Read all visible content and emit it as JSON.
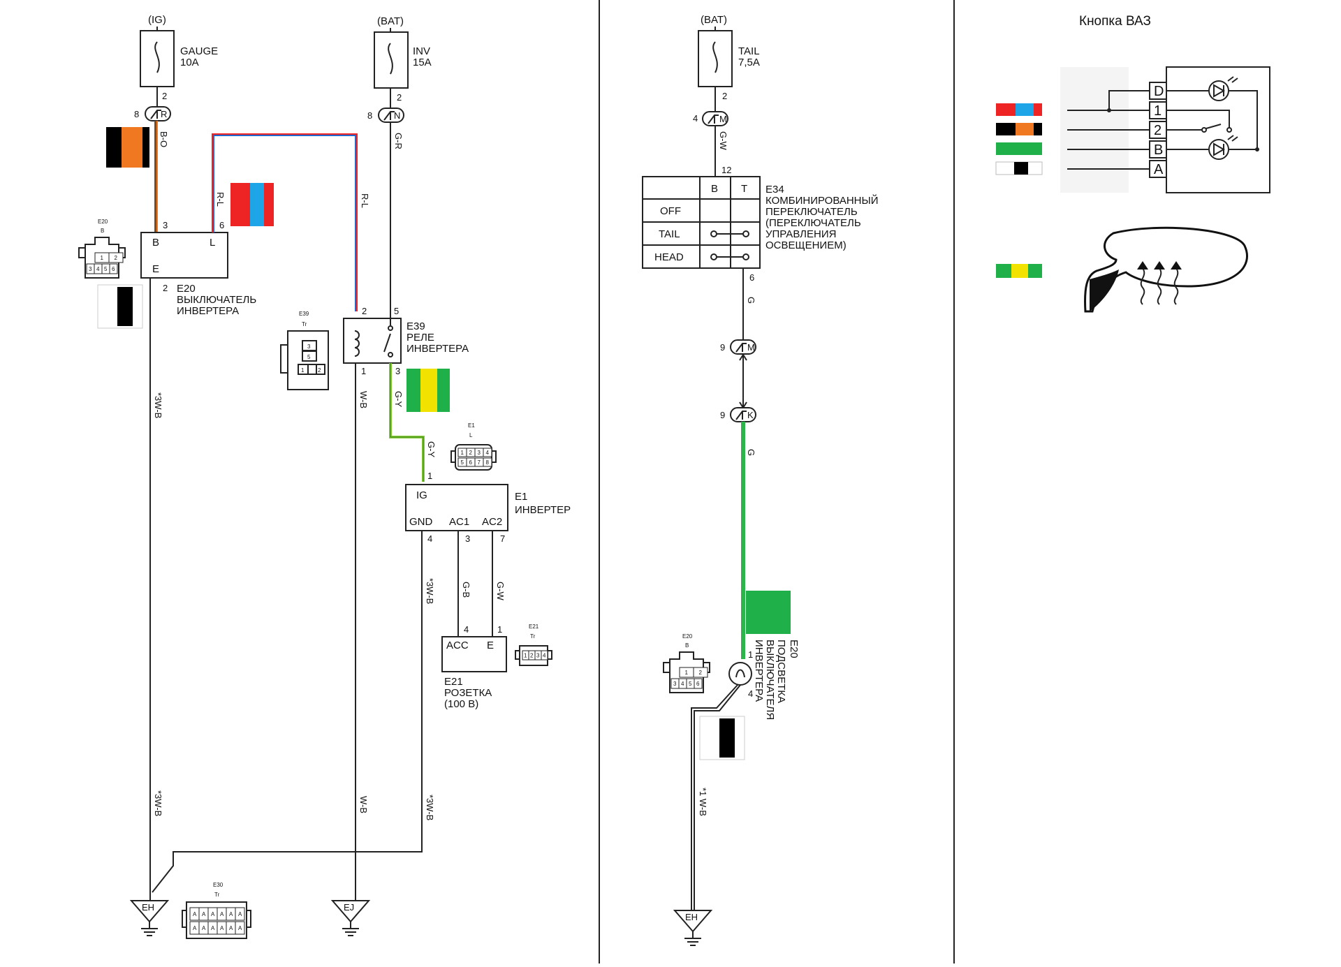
{
  "colors": {
    "orange": "#f07820",
    "black": "#000000",
    "red": "#ee2424",
    "blue": "#1ea5e8",
    "green": "#20b04a",
    "yellow": "#f2e200",
    "wire_gy": "#8acc3c",
    "wire_g": "#2cb54a",
    "wire_rl": "#7a5aa6"
  },
  "fuse_gauge": {
    "source": "(IG)",
    "name": "GAUGE",
    "rating": "10A",
    "pin": "2"
  },
  "fuse_inv": {
    "source": "(BAT)",
    "name": "INV",
    "rating": "15A",
    "pin": "2"
  },
  "fuse_tail": {
    "source": "(BAT)",
    "name": "TAIL",
    "rating": "7,5A",
    "pin": "2"
  },
  "conn_r": {
    "pin": "8",
    "letter": "R"
  },
  "conn_n": {
    "pin": "8",
    "letter": "N"
  },
  "conn_m_top": {
    "pin": "4",
    "letter": "M"
  },
  "conn_m_mid": {
    "pin": "9",
    "letter": "M"
  },
  "conn_k": {
    "pin": "9",
    "letter": "K"
  },
  "wires": {
    "bo": "B-O",
    "gr": "G-R",
    "rl": "R-L",
    "rl2": "R-L",
    "gw": "G-W",
    "gy1": "G-Y",
    "gy2": "G-Y",
    "wb": "W-B",
    "wb2": "W-B",
    "star3wb_a": "*3W-B",
    "star3wb_b": "*3W-B",
    "star3wb_c": "*3W-B",
    "star3wb_d": "*3W-B",
    "gb": "G-B",
    "gw2": "G-W",
    "g1": "G",
    "g2": "G",
    "star1wb": "*1 W-B"
  },
  "e20": {
    "pin3": "3",
    "pin6": "6",
    "pin2": "2",
    "term_b": "B",
    "term_l": "L",
    "term_e": "E",
    "code": "E20",
    "title1": "ВЫКЛЮЧАТЕЛЬ",
    "title2": "ИНВЕРТЕРА",
    "conn_code": "E20",
    "conn_letter": "B",
    "conn_pins": [
      "1",
      "2",
      "3",
      "4",
      "5",
      "6"
    ]
  },
  "e39": {
    "pin2": "2",
    "pin5": "5",
    "pin1": "1",
    "pin3": "3",
    "code": "E39",
    "title1": "РЕЛЕ",
    "title2": "ИНВЕРТЕРА",
    "conn_code": "E39",
    "conn_letter": "Tr",
    "conn_pins": [
      "3",
      "5",
      "1",
      "2"
    ]
  },
  "e1": {
    "pin1": "1",
    "pin4": "4",
    "pin3": "3",
    "pin7": "7",
    "term_ig": "IG",
    "term_gnd": "GND",
    "term_ac1": "AC1",
    "term_ac2": "AC2",
    "code": "E1",
    "title": "ИНВЕРТЕР",
    "conn_code": "E1",
    "conn_letter": "L",
    "conn_pins": [
      "1",
      "2",
      "3",
      "4",
      "5",
      "6",
      "7",
      "8"
    ]
  },
  "e21": {
    "pin4": "4",
    "pin1": "1",
    "term_acc": "ACC",
    "term_e": "E",
    "code": "E21",
    "title1": "РОЗЕТКА",
    "title2": "(100 В)",
    "conn_code": "E21",
    "conn_letter": "Tr",
    "conn_pins": [
      "1",
      "2",
      "3",
      "4"
    ]
  },
  "e30": {
    "conn_code": "E30",
    "conn_letter": "Tr",
    "conn_pins": [
      "A",
      "A",
      "A",
      "A",
      "A",
      "A",
      "A",
      "A",
      "A",
      "A",
      "A",
      "A"
    ]
  },
  "grounds": {
    "eh1": "EH",
    "ej": "EJ",
    "eh2": "EH"
  },
  "e34": {
    "pin12": "12",
    "pin6": "6",
    "col_b": "B",
    "col_t": "T",
    "rows": [
      "OFF",
      "TAIL",
      "HEAD"
    ],
    "code": "E34",
    "title": [
      "КОМБИНИРОВАННЫЙ",
      "ПЕРЕКЛЮЧАТЕЛЬ",
      "(ПЕРЕКЛЮЧАТЕЛЬ",
      "УПРАВЛЕНИЯ",
      "ОСВЕЩЕНИЕМ)"
    ]
  },
  "e20_light": {
    "pin1": "1",
    "pin4": "4",
    "code": "E20",
    "title": [
      "ПОДСВЕТКА",
      "ВЫКЛЮЧАТЕЛЯ",
      "ИНВЕРТЕРА"
    ],
    "conn_code": "E20",
    "conn_letter": "B",
    "conn_pins": [
      "1",
      "2",
      "3",
      "4",
      "5",
      "6"
    ]
  },
  "vaz": {
    "title": "Кнопка ВАЗ",
    "pins": [
      "D",
      "1",
      "2",
      "B",
      "A"
    ]
  }
}
